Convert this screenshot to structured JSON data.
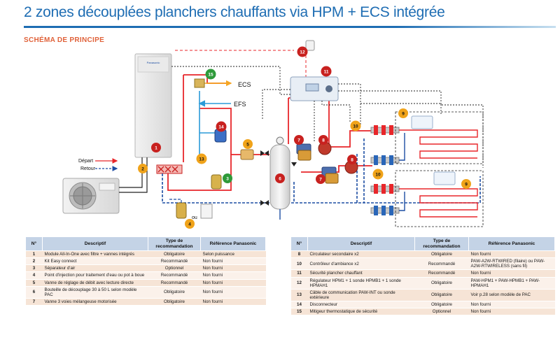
{
  "header": {
    "title": "2 zones découplées planchers chauffants via HPM + ECS intégrée",
    "subtitle": "SCHÉMA DE PRINCIPE"
  },
  "diagram": {
    "labels": {
      "ecs": "ECS",
      "efs": "EFS",
      "depart": "Départ",
      "retour": "Retour",
      "ou": "ou",
      "brand": "Panasonic"
    },
    "markers": [
      "1",
      "2",
      "3",
      "4",
      "5",
      "6",
      "7",
      "7",
      "8",
      "8",
      "9",
      "9",
      "10",
      "10",
      "11",
      "12",
      "13",
      "14",
      "15"
    ],
    "colors": {
      "hot": "#e8262a",
      "cold": "#1d4ea3",
      "efs": "#2a9ad8",
      "ecs": "#f5a623",
      "marker_red": "#c8211f",
      "marker_orange": "#f0a31a",
      "marker_green": "#2e9a3a"
    }
  },
  "table_left": {
    "headers": [
      "N°",
      "Descriptif",
      "Type de recommandation",
      "Référence Panasonic"
    ],
    "rows": [
      {
        "num": "1",
        "desc": "Module All-In-One avec filtre + vannes intégrés",
        "type": "Obligatoire",
        "ref": "Selon puissance"
      },
      {
        "num": "2",
        "desc": "Kit Easy connect",
        "type": "Recommandé",
        "ref": "Non fourni"
      },
      {
        "num": "3",
        "desc": "Séparateur d'air",
        "type": "Optionnel",
        "ref": "Non fourni"
      },
      {
        "num": "4",
        "desc": "Point d'injection pour traitement d'eau ou pot à boue",
        "type": "Recommandé",
        "ref": "Non fourni"
      },
      {
        "num": "5",
        "desc": "Vanne de réglage de débit avec lecture directe",
        "type": "Recommandé",
        "ref": "Non fourni"
      },
      {
        "num": "6",
        "desc": "Bouteille de découplage 30 à 50 L selon modèle PAC",
        "type": "Obligatoire",
        "ref": "Non fourni"
      },
      {
        "num": "7",
        "desc": "Vanne 3 voies mélangeuse motorisée",
        "type": "Obligatoire",
        "ref": "Non fourni"
      }
    ]
  },
  "table_right": {
    "headers": [
      "N°",
      "Descriptif",
      "Type de recommandation",
      "Référence Panasonic"
    ],
    "rows": [
      {
        "num": "8",
        "desc": "Circulateur secondaire x2",
        "type": "Obligatoire",
        "ref": "Non fourni"
      },
      {
        "num": "10",
        "desc": "Contrôleur d'ambiance x2",
        "type": "Recommandé",
        "ref": "PAW-A2W-RTWIRED (filaire) ou PAW-A2W-RTWIRELESS (sans fil)"
      },
      {
        "num": "11",
        "desc": "Sécurité plancher chauffant",
        "type": "Recommandé",
        "ref": "Non fourni"
      },
      {
        "num": "12",
        "desc": "Régulateur HPM1 + 1 sonde HPMB1 + 1 sonde HPMAH1",
        "type": "Obligatoire",
        "ref": "PAW-HPM1 + PAW-HPMB1 + PAW-HPMAH1"
      },
      {
        "num": "13",
        "desc": "Câble de communication PAW-INT ou sonde extérieure",
        "type": "Obligatoire",
        "ref": "Voir p.28 selon modèle de PAC"
      },
      {
        "num": "14",
        "desc": "Disconnecteur",
        "type": "Obligatoire",
        "ref": "Non fourni"
      },
      {
        "num": "15",
        "desc": "Mitigeur thermostatique de sécurité",
        "type": "Optionnel",
        "ref": "Non fourni"
      }
    ]
  }
}
